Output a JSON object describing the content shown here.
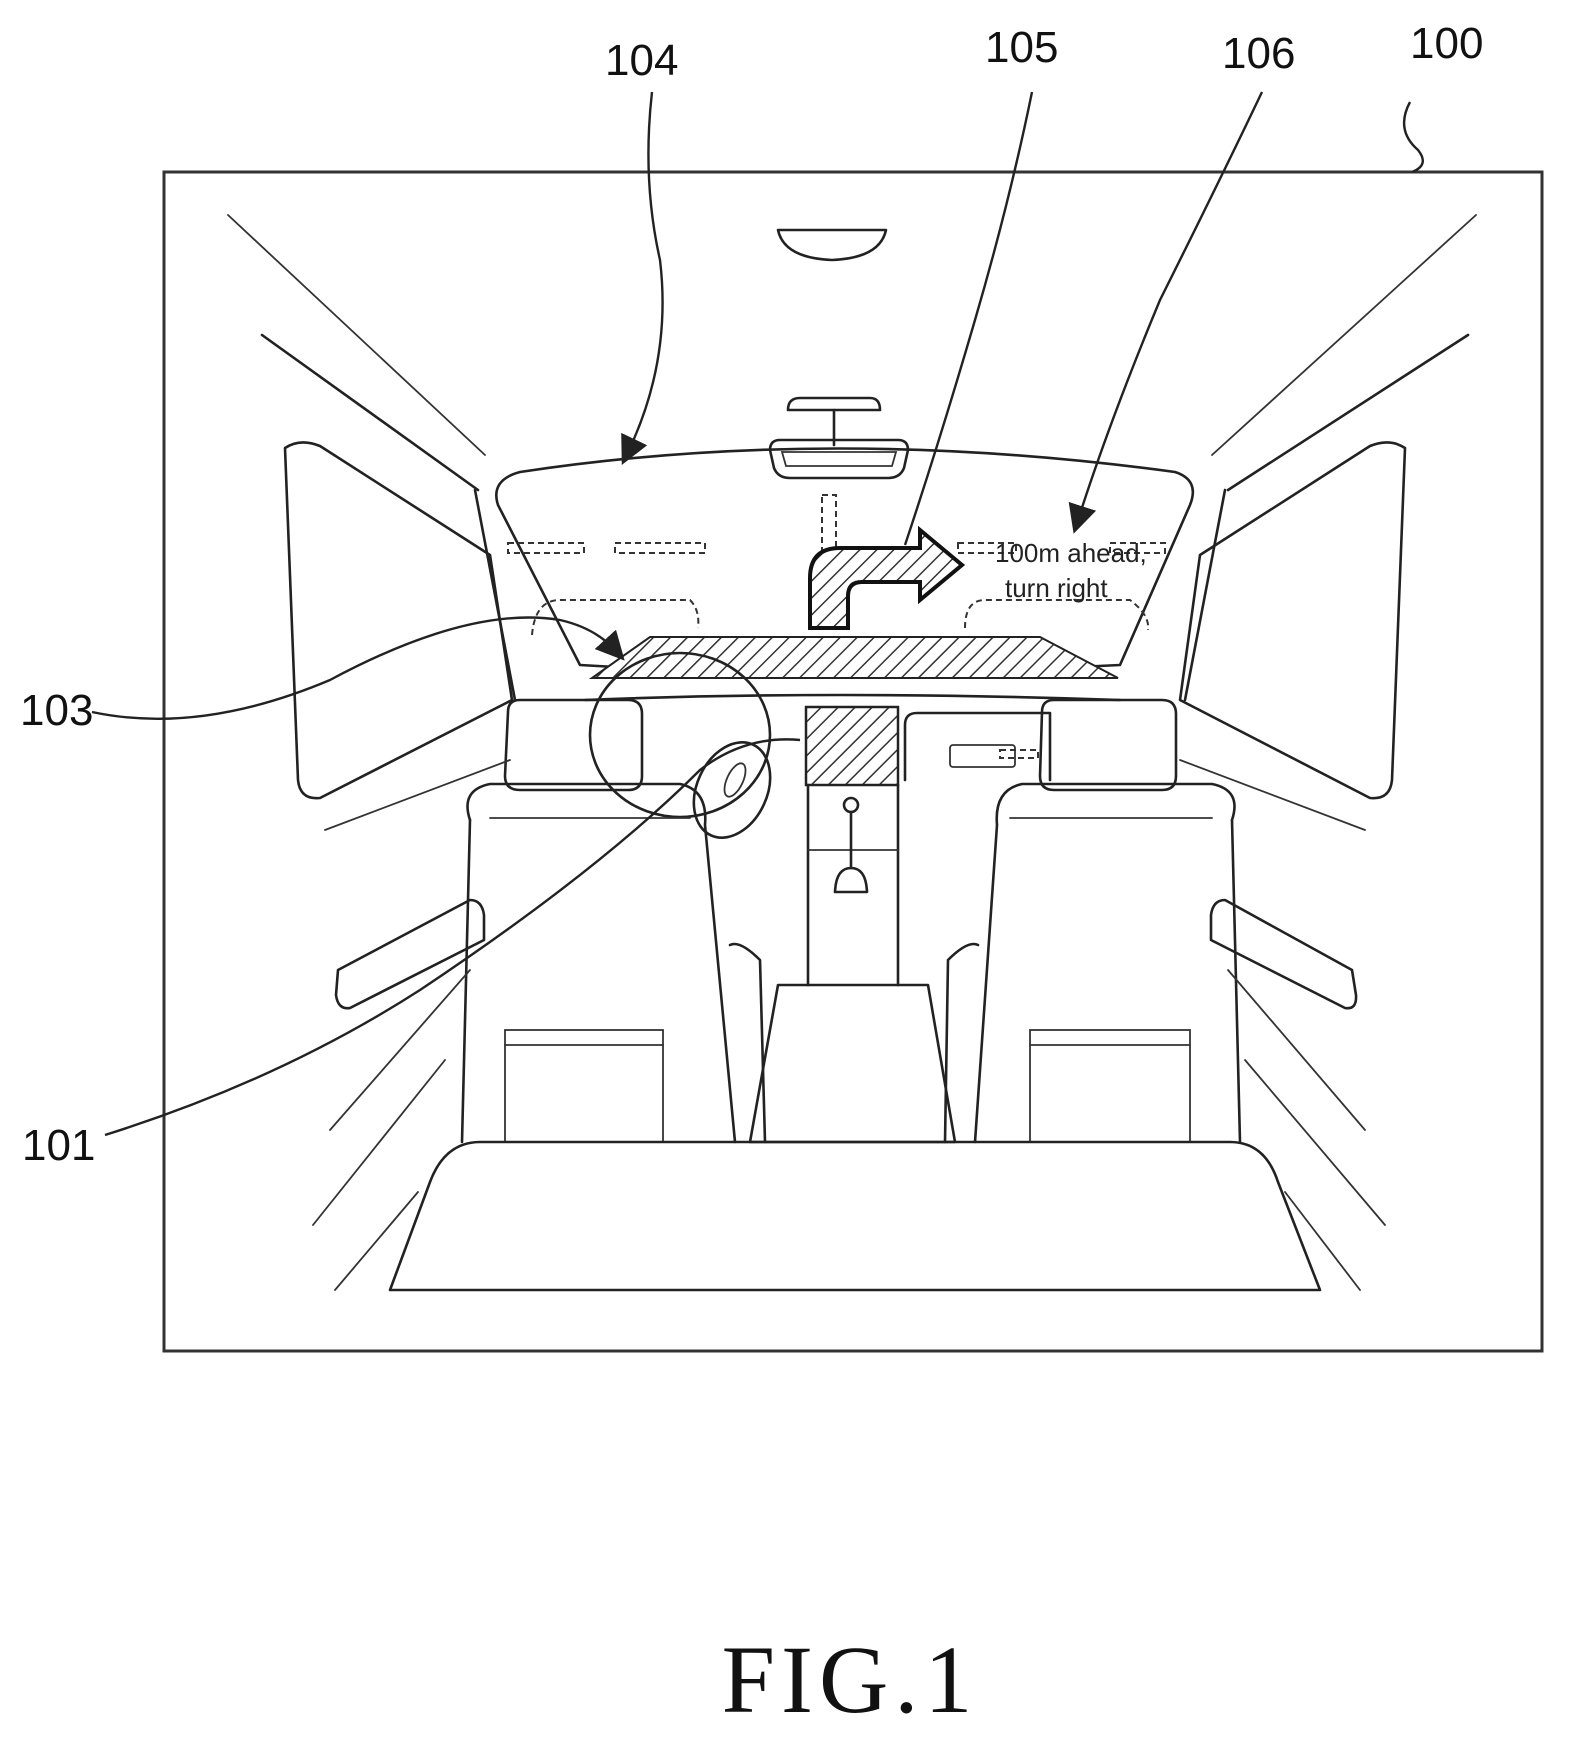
{
  "labels": {
    "ref_100": "100",
    "ref_101": "101",
    "ref_103": "103",
    "ref_104": "104",
    "ref_105": "105",
    "ref_106": "106"
  },
  "hud": {
    "line1": "100m ahead,",
    "line2": "turn right"
  },
  "caption": "FIG.1"
}
